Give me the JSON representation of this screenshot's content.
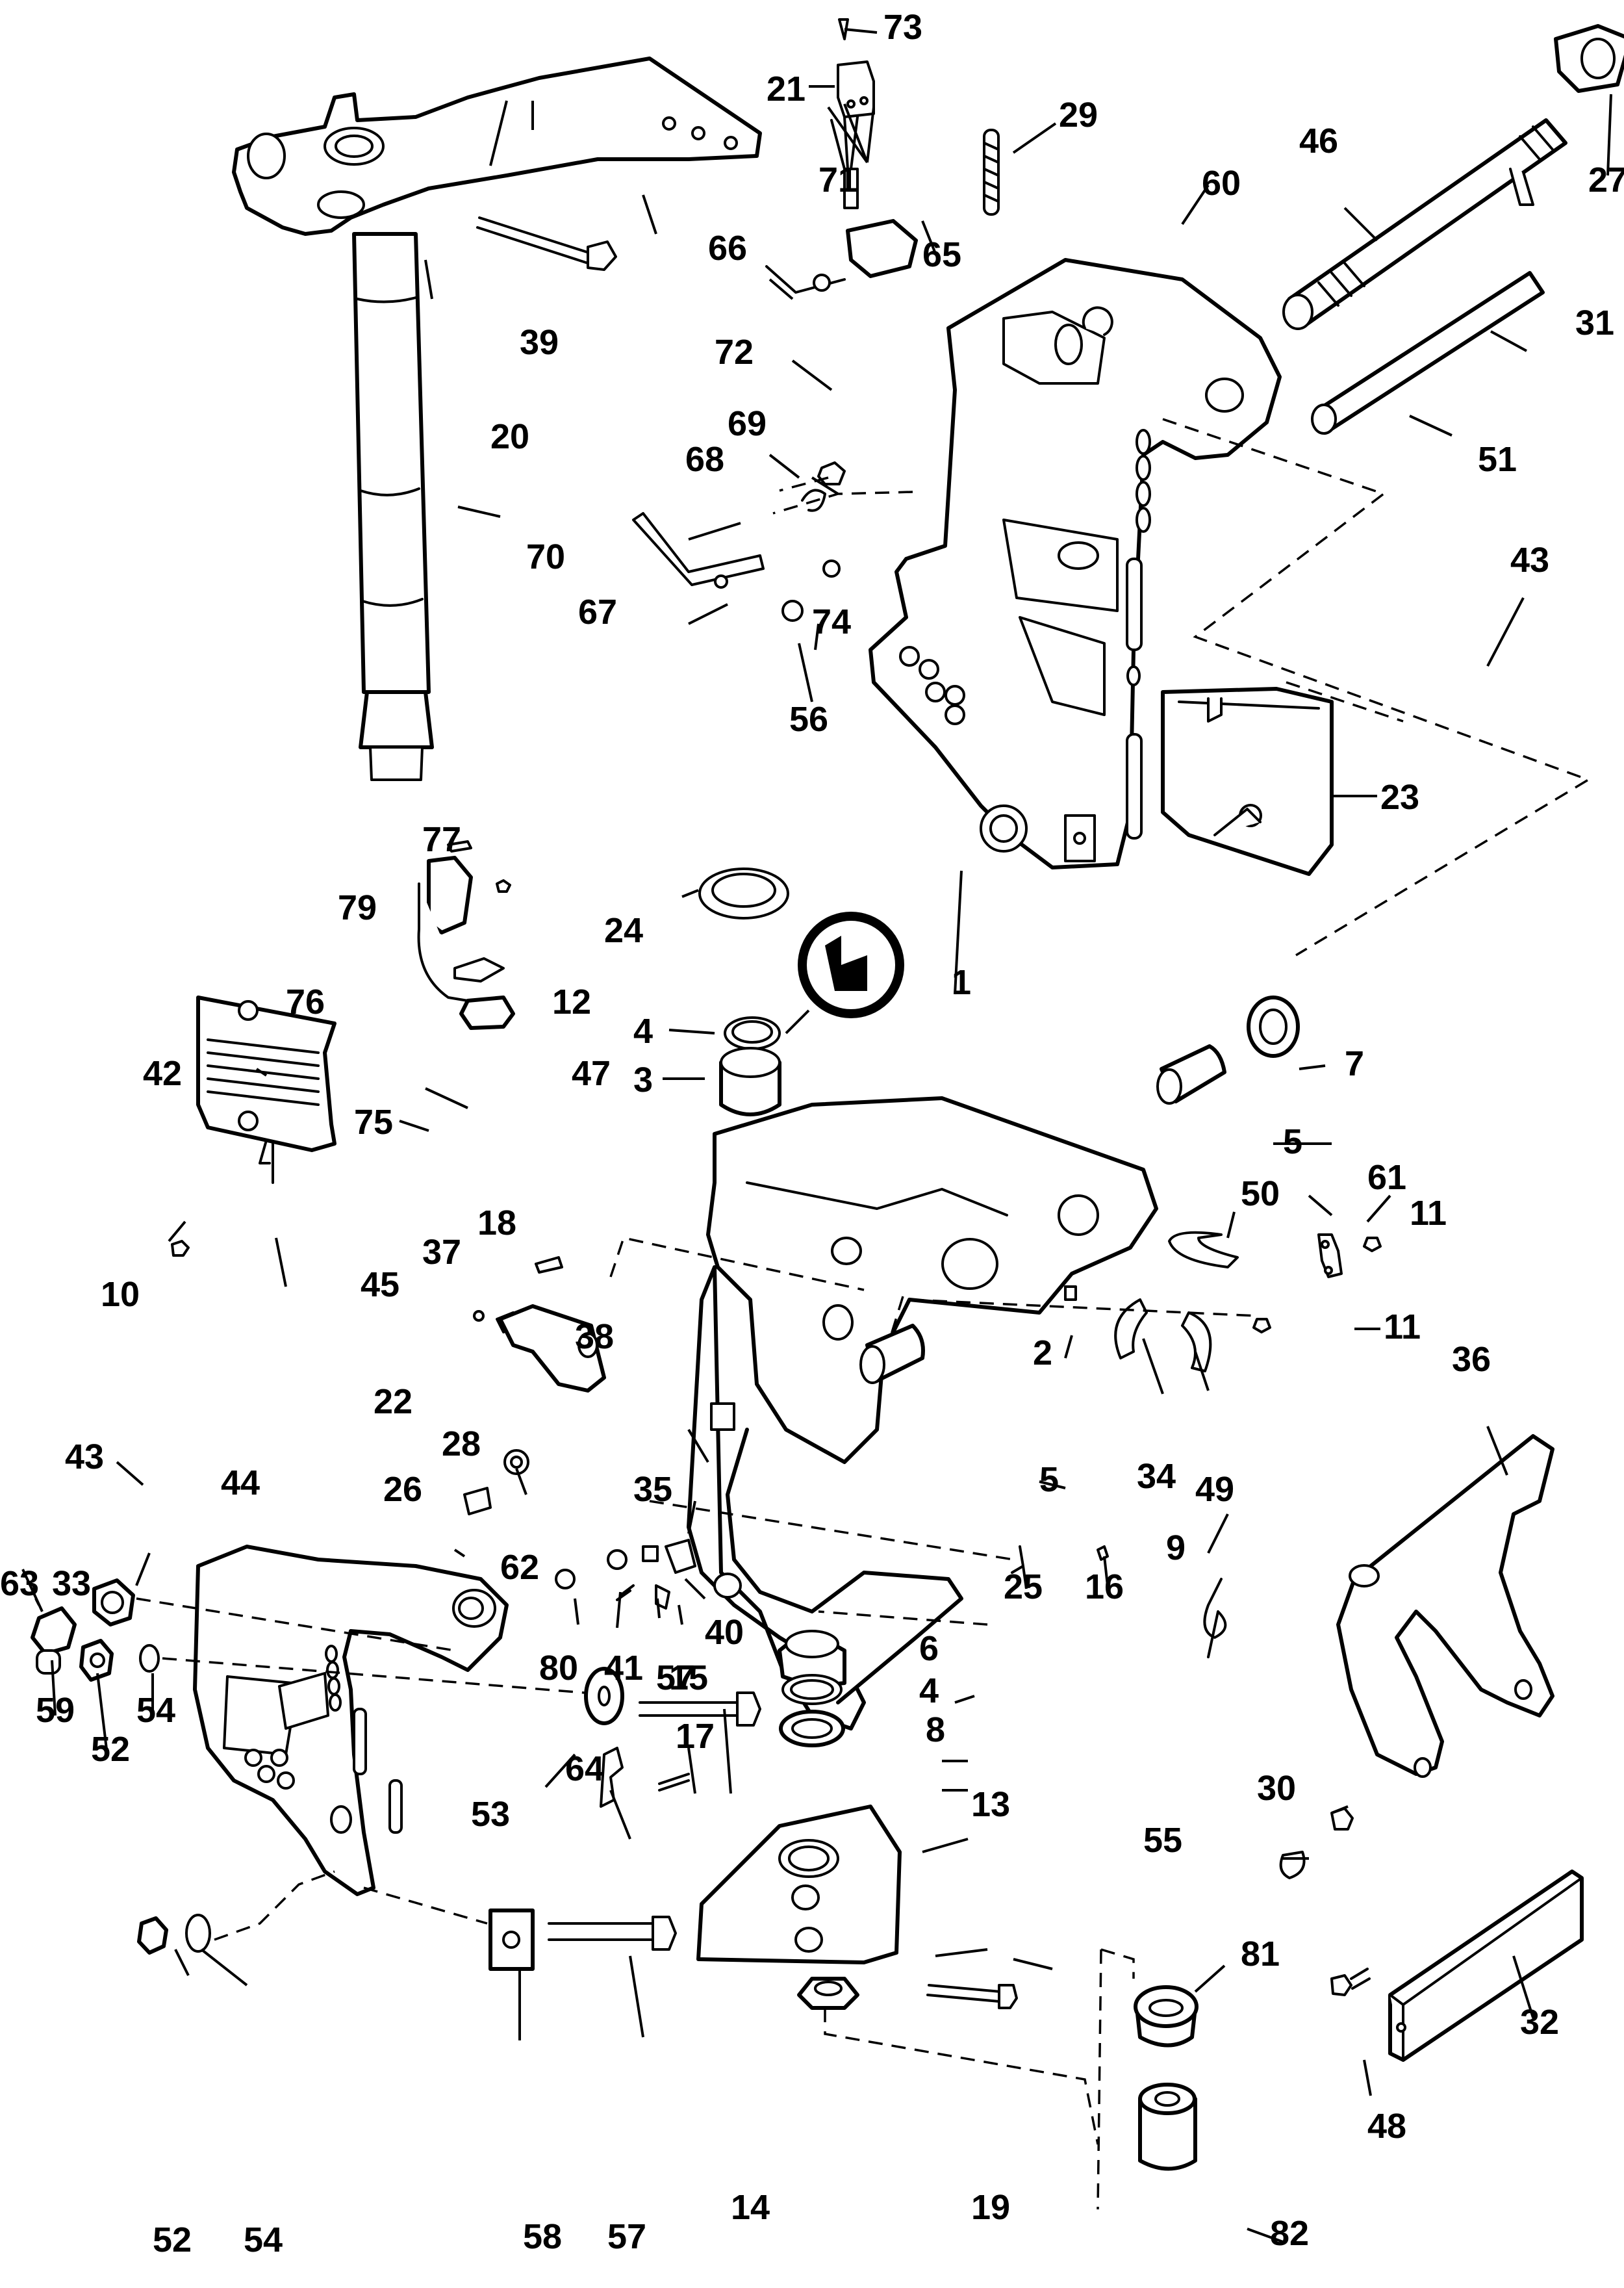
{
  "diagram": {
    "title": "",
    "kind": "exploded parts diagram (outboard motor swivel bracket / stern bracket assembly)",
    "colors": {
      "line": "#000000",
      "background": "#ffffff"
    },
    "callouts": [
      "1",
      "2",
      "3",
      "4",
      "4",
      "5",
      "5",
      "6",
      "7",
      "8",
      "9",
      "10",
      "11",
      "11",
      "12",
      "13",
      "14",
      "15",
      "16",
      "17",
      "18",
      "19",
      "20",
      "21",
      "22",
      "23",
      "24",
      "25",
      "26",
      "27",
      "28",
      "29",
      "30",
      "31",
      "32",
      "33",
      "34",
      "35",
      "36",
      "37",
      "38",
      "39",
      "40",
      "41",
      "42",
      "43",
      "43",
      "44",
      "45",
      "46",
      "47",
      "48",
      "49",
      "50",
      "51",
      "52",
      "52",
      "53",
      "54",
      "54",
      "55",
      "56",
      "57",
      "57",
      "58",
      "59",
      "60",
      "61",
      "62",
      "63",
      "64",
      "65",
      "66",
      "67",
      "68",
      "69",
      "70",
      "71",
      "72",
      "73",
      "74",
      "75",
      "76",
      "77",
      "79",
      "80",
      "81",
      "82"
    ],
    "parts": {
      "p1": "swivel-bracket",
      "p20": "steering-arm-and-shaft",
      "p60": "stern-bracket-right",
      "p44": "stern-bracket-left",
      "p36": "tilt-lever",
      "p13": "lower-mount-housing",
      "p32": "bar",
      "p46": "tilt-tube",
      "p51": "pin",
      "p23": "cover-plate",
      "p22": "grille-cover"
    },
    "special_symbol": "sealant-icon"
  }
}
